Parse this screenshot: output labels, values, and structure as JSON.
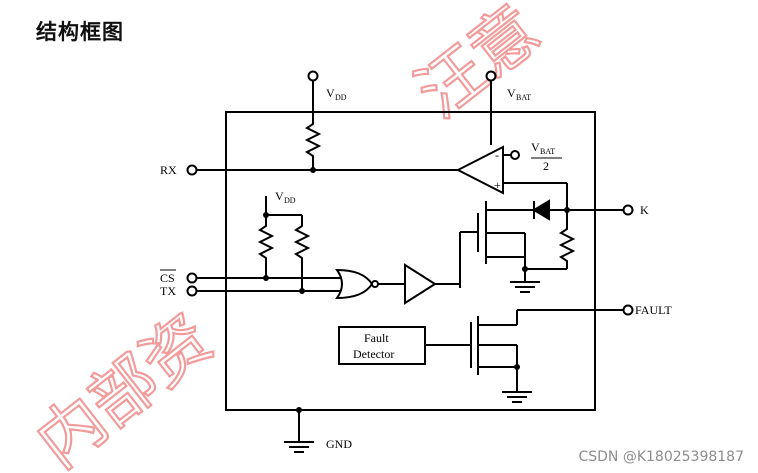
{
  "page": {
    "title": "结构框图"
  },
  "pins": {
    "vdd_top": "V",
    "vdd_top_sub": "DD",
    "vbat_top": "V",
    "vbat_top_sub": "BAT",
    "rx": "RX",
    "vbat_ref": "V",
    "vbat_ref_sub": "BAT",
    "vbat_ref_den": "2",
    "vdd_inner": "V",
    "vdd_inner_sub": "DD",
    "k": "K",
    "cs": "CS",
    "tx": "TX",
    "fault": "FAULT",
    "gnd": "GND"
  },
  "blocks": {
    "fault_detector_line1": "Fault",
    "fault_detector_line2": "Detector"
  },
  "comparator": {
    "minus": "-",
    "plus": "+"
  },
  "watermark": {
    "text_a": "内部资",
    "text_b": "汪意"
  },
  "credit": "CSDN @K18025398187"
}
